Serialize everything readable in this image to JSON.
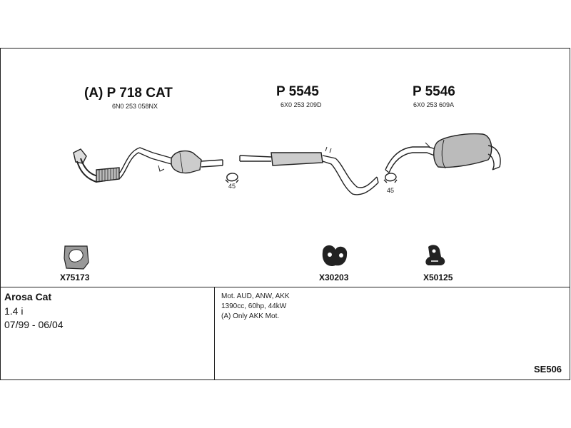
{
  "parts": [
    {
      "title": "(A) P 718 CAT",
      "oem": "6N0 253 058NX"
    },
    {
      "title": "P 5545",
      "oem": "6X0 253 209D"
    },
    {
      "title": "P 5546",
      "oem": "6X0 253 609A"
    }
  ],
  "clamps": [
    {
      "size": "45"
    },
    {
      "size": "45"
    }
  ],
  "accessories": [
    {
      "code": "X75173",
      "icon": "gasket-icon"
    },
    {
      "code": "X30203",
      "icon": "rubber-hanger-icon"
    },
    {
      "code": "X50125",
      "icon": "rubber-mount-icon"
    }
  ],
  "vehicle": {
    "model": "Arosa Cat",
    "engine": "1.4 i",
    "years": "07/99 - 06/04"
  },
  "notes": [
    "Mot. AUD, ANW, AKK",
    "1390cc, 60hp, 44kW",
    "(A) Only AKK Mot."
  ],
  "system_code": "SE506"
}
